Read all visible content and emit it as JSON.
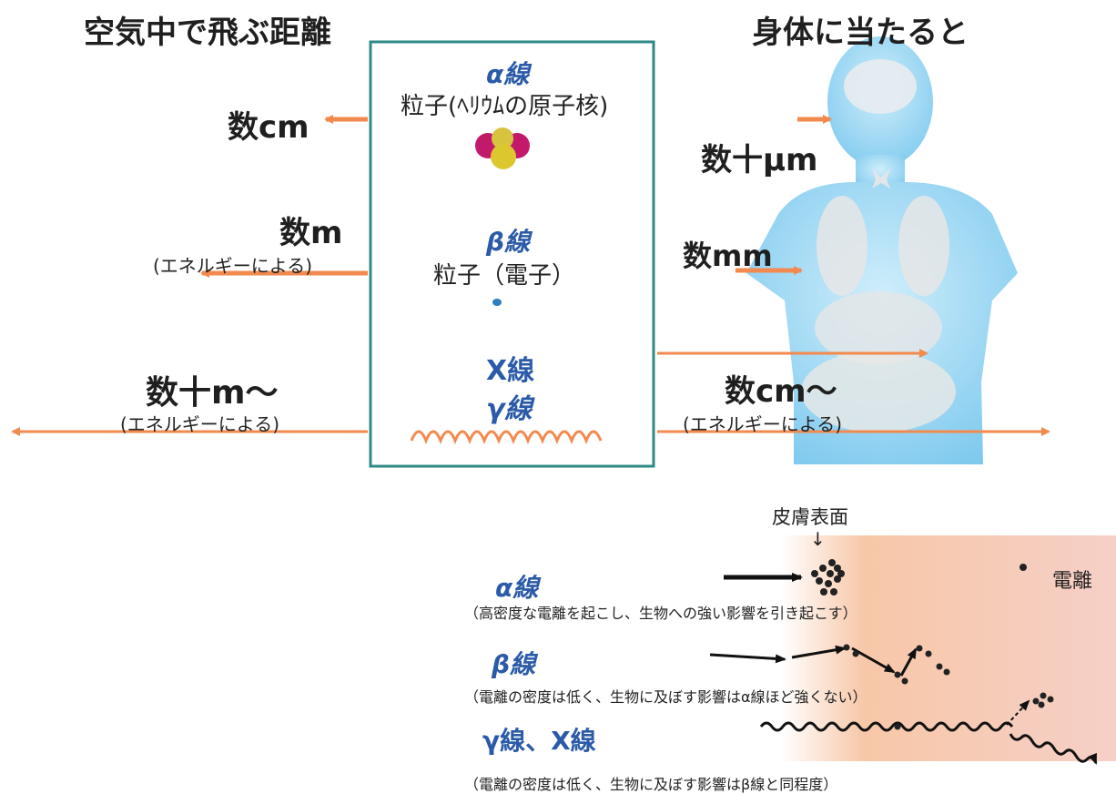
{
  "headings": {
    "air": "空気中で飛ぶ距離",
    "body": "身体に当たると"
  },
  "rays": {
    "alpha": {
      "name": "α線",
      "particle": "粒子(ﾍﾘｳﾑの原子核)",
      "air_range": "数cm",
      "body_range": "数十μm"
    },
    "beta": {
      "name": "β線",
      "particle": "粒子（電子）",
      "air_range": "数m",
      "air_note": "(エネルギーによる)",
      "body_range": "数mm"
    },
    "xgamma": {
      "name_x": "X線",
      "name_gamma": "γ線",
      "air_range": "数十m～",
      "air_note": "(エネルギーによる)",
      "body_range": "数cm～",
      "body_note": "(エネルギーによる)"
    }
  },
  "ionization": {
    "skin_label": "皮膚表面",
    "skin_arrow": "↓",
    "legend_label": "電離",
    "alpha": {
      "name": "α線",
      "desc": "（高密度な電離を起こし、生物への強い影響を引き起こす）"
    },
    "beta": {
      "name": "β線",
      "desc": "（電離の密度は低く、生物に及ぼす影響はα線ほど強くない）"
    },
    "gamma_x": {
      "name": "γ線、X線",
      "desc": "（電離の密度は低く、生物に及ぼす影響はβ線と同程度）"
    }
  },
  "colors": {
    "arrow": "#f28a4f",
    "box_border": "#2e8a86",
    "ray_label": "#2b5ba8",
    "body_fill": "#8fd0f0",
    "skin_gradient": "#f6c6a8"
  }
}
